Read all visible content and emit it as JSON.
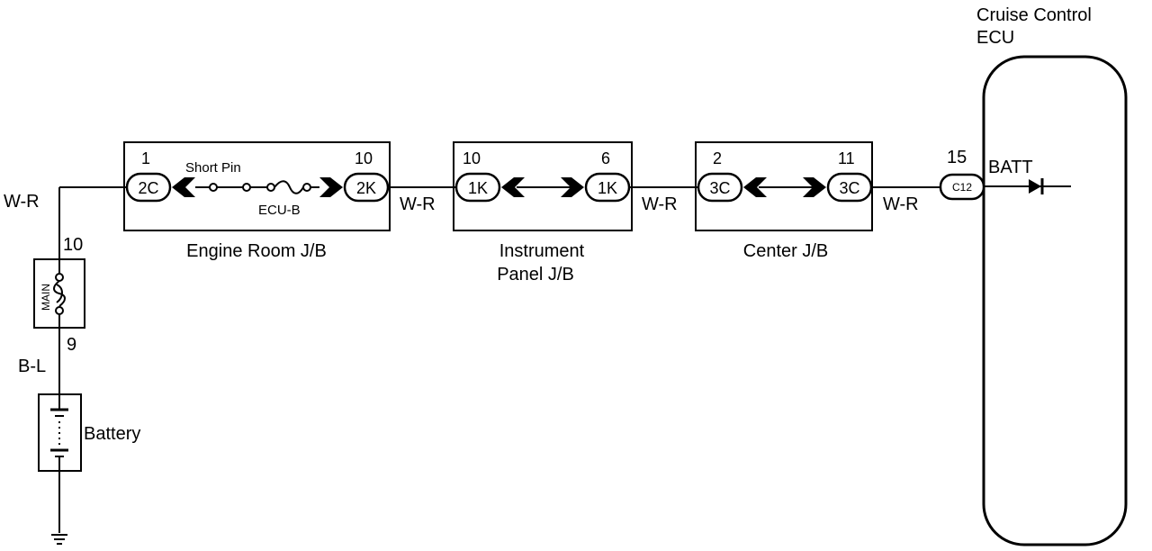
{
  "ecu": {
    "title_line1": "Cruise Control",
    "title_line2": "ECU",
    "terminal": "BATT",
    "connector": "C12",
    "pin": "15"
  },
  "engine_room_jb": {
    "name": "Engine Room J/B",
    "left_connector": "2C",
    "left_pin": "1",
    "right_connector": "2K",
    "right_pin": "10",
    "short_pin_label": "Short Pin",
    "fuse_label": "ECU-B"
  },
  "instrument_panel_jb": {
    "name_line1": "Instrument",
    "name_line2": "Panel J/B",
    "left_connector": "1K",
    "left_pin": "10",
    "right_connector": "1K",
    "right_pin": "6"
  },
  "center_jb": {
    "name": "Center J/B",
    "left_connector": "3C",
    "left_pin": "2",
    "right_connector": "3C",
    "right_pin": "11"
  },
  "wires": {
    "battery_to_erjb": "W-R",
    "erjb_to_ipjb": "W-R",
    "ipjb_to_cjb": "W-R",
    "cjb_to_ecu": "W-R",
    "battery_lead": "B-L"
  },
  "main_fuse": {
    "label": "MAIN",
    "top_pin": "10",
    "bottom_pin": "9"
  },
  "battery": {
    "label": "Battery"
  },
  "colors": {
    "ink": "#000000",
    "paper": "#ffffff"
  }
}
